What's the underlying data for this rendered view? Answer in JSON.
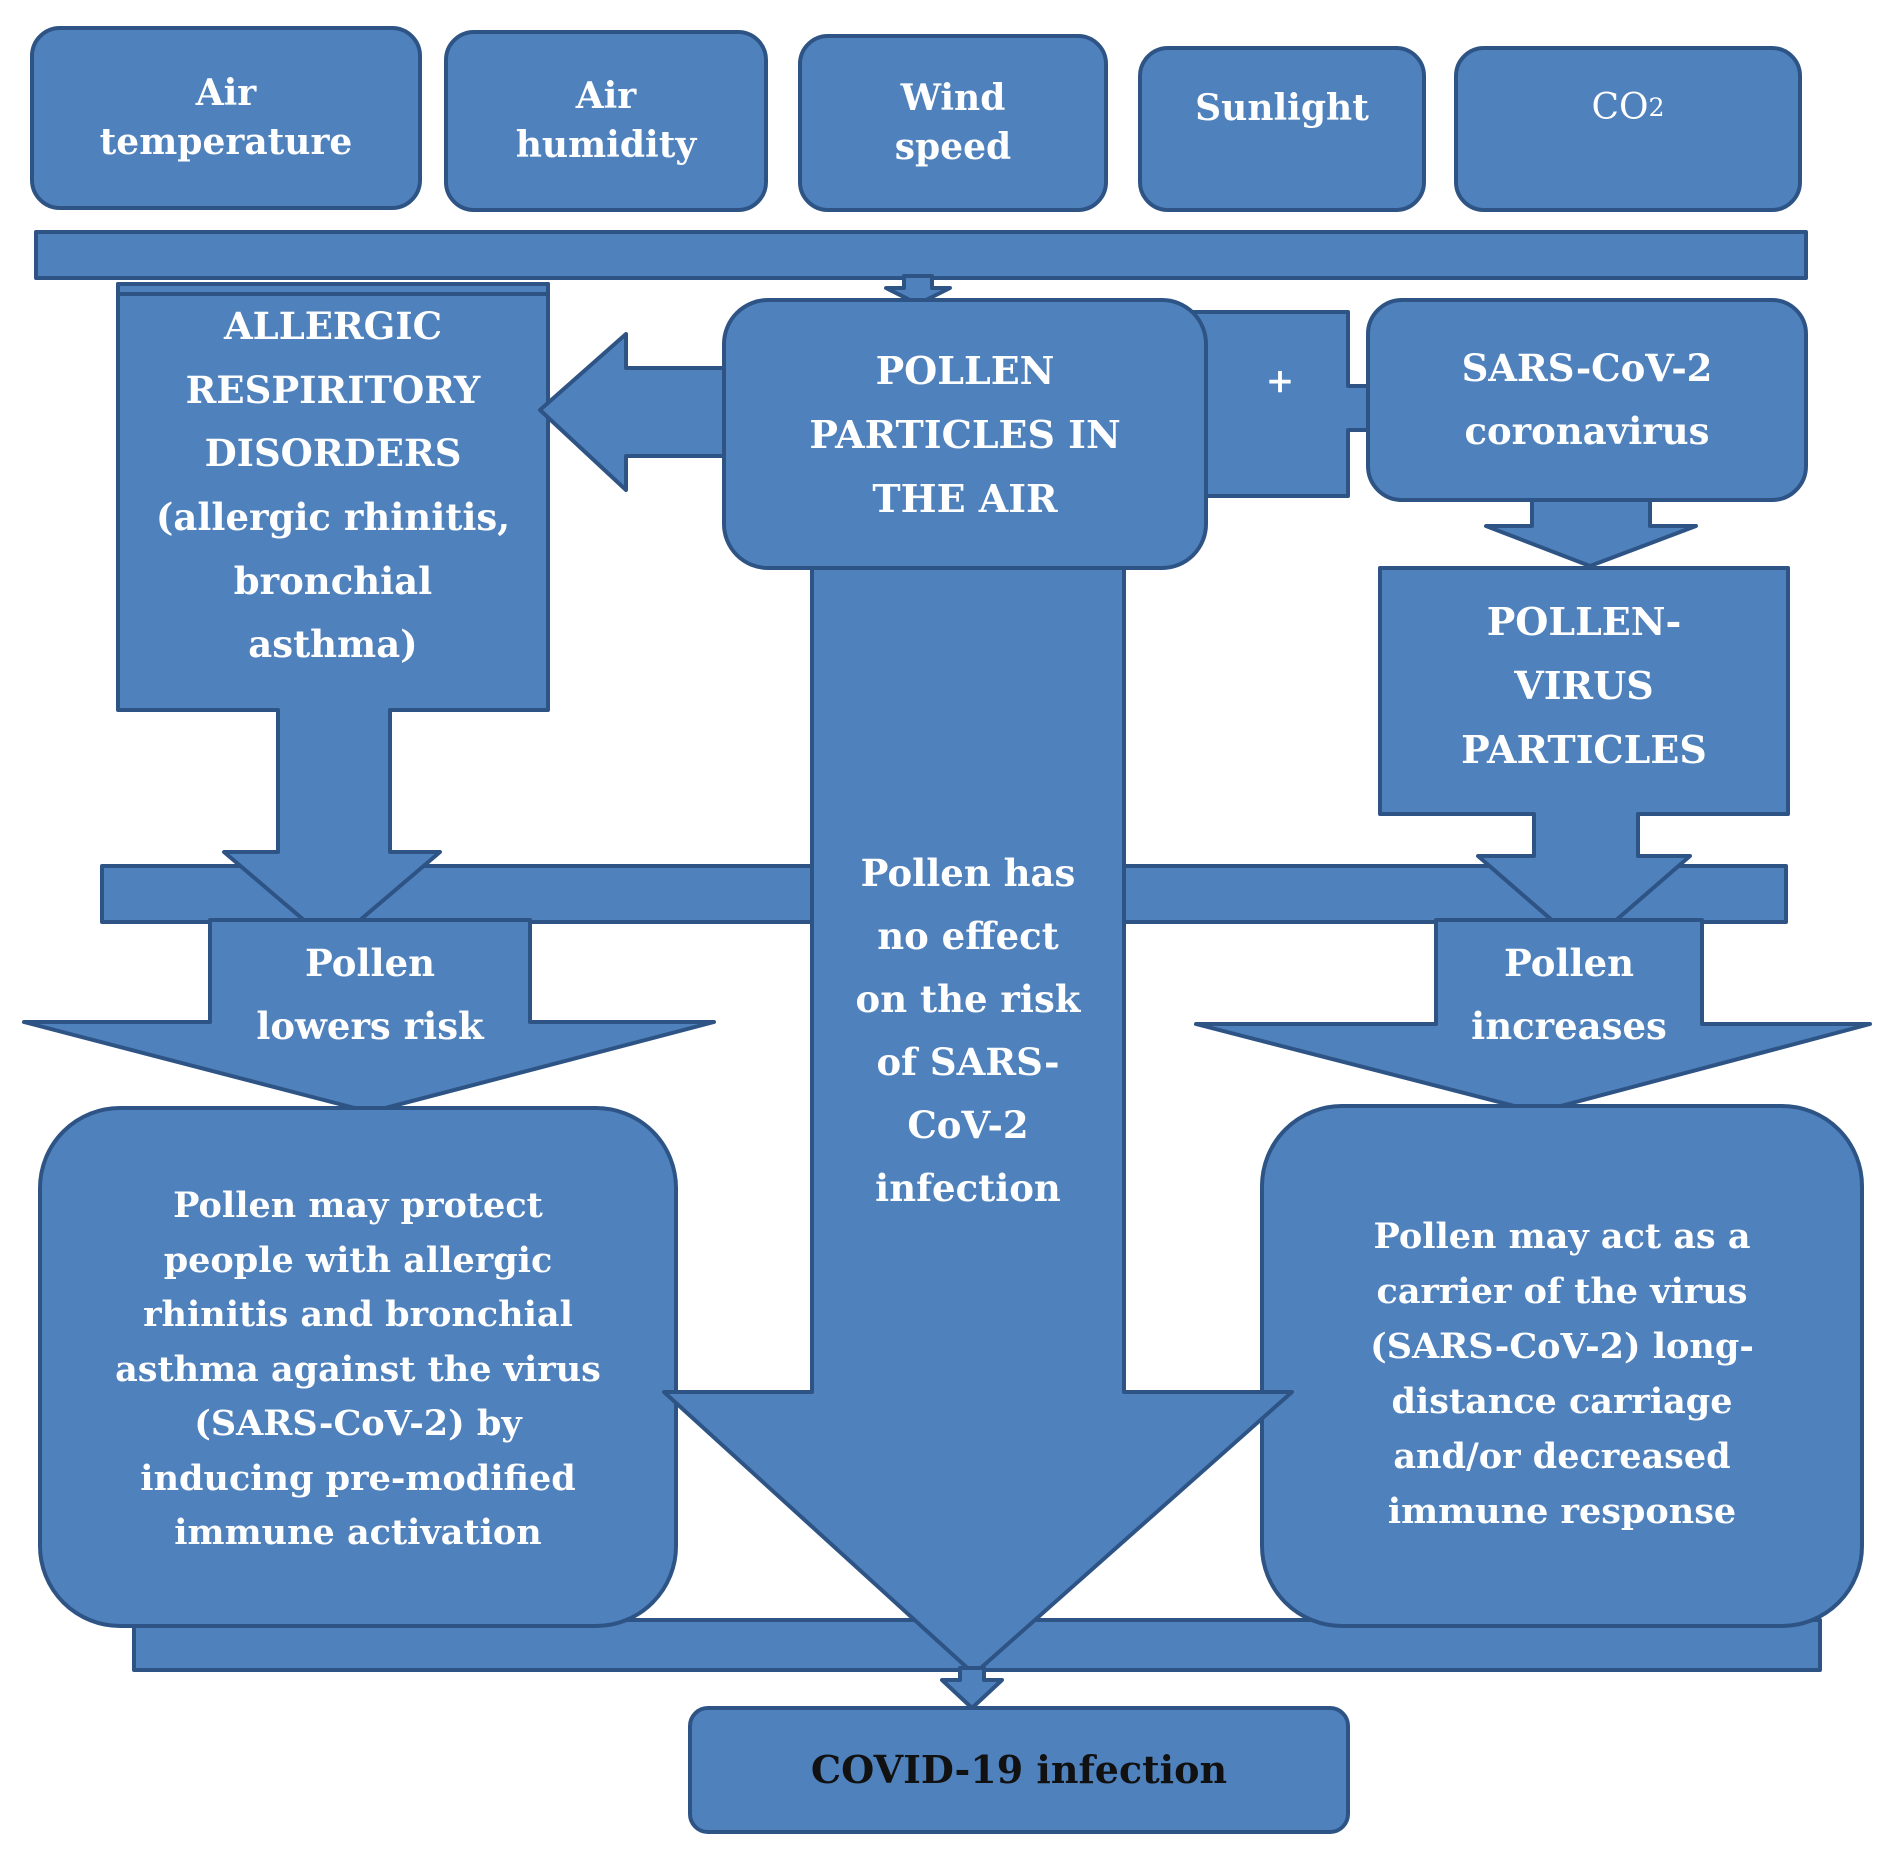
{
  "factors": {
    "air_temperature": "Air\ntemperature",
    "air_humidity": "Air\nhumidity",
    "wind_speed": "Wind\nspeed",
    "sunlight": "Sunlight",
    "co2_main": "CO",
    "co2_sub": "2"
  },
  "center": {
    "pollen_particles": "POLLEN\nPARTICLES IN\nTHE AIR",
    "no_effect": "Pollen has\nno effect\non the risk\nof SARS-\nCoV-2\ninfection"
  },
  "left": {
    "allergic": "ALLERGIC\nRESPIRITORY\nDISORDERS\n(allergic rhinitis,\nbronchial\nasthma)",
    "lowers": "Pollen\nlowers risk",
    "protect": "Pollen may protect\npeople with allergic\nrhinitis and bronchial\nasthma against the virus\n(SARS-CoV-2) by\ninducing pre-modified\nimmune activation"
  },
  "right": {
    "plus": "+",
    "sars": "SARS-CoV-2\ncoronavirus",
    "pollen_virus": "POLLEN-\nVIRUS\nPARTICLES",
    "increases": "Pollen\nincreases",
    "carrier": "Pollen may act as a\ncarrier of the virus\n(SARS-CoV-2) long-\ndistance carriage\nand/or decreased\nimmune response"
  },
  "outcome": {
    "covid": "COVID-19 infection"
  },
  "colors": {
    "fill": "#4f81bd",
    "stroke": "#2e5485",
    "text": "#ffffff",
    "outcome_text": "#111111"
  }
}
